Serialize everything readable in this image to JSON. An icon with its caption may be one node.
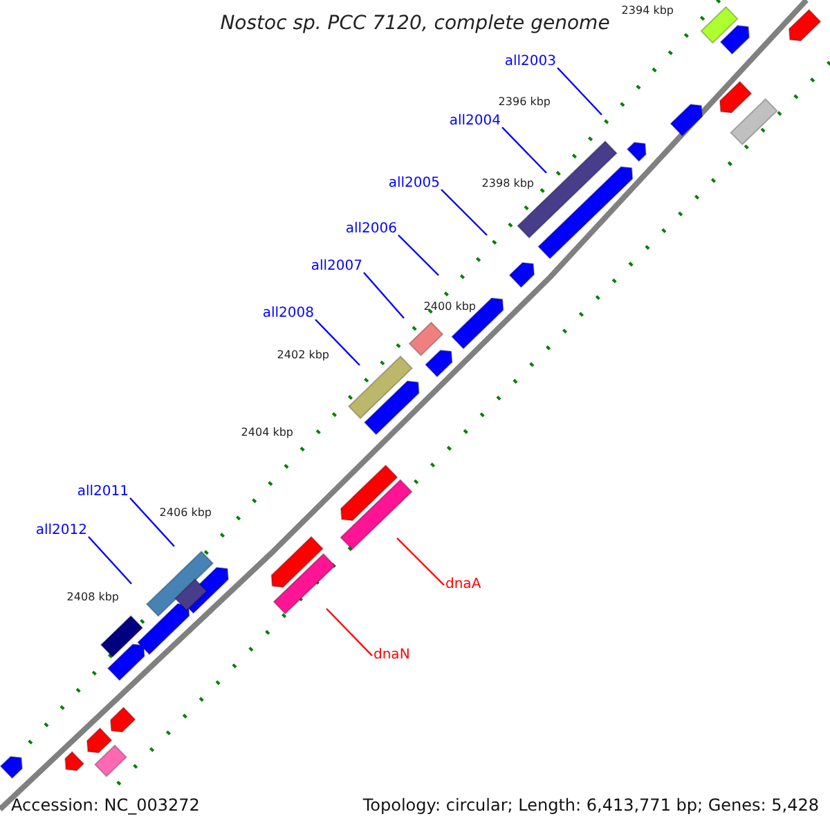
{
  "diagram": {
    "title": "Nostoc sp. PCC 7120, complete genome",
    "nodes": [
      {
        "text": [
          "all2003"
        ]
      },
      {
        "text": [
          "all2004"
        ]
      },
      {
        "text": [
          "all2005"
        ]
      },
      {
        "text": [
          "all2006"
        ]
      },
      {
        "text": [
          "all2007"
        ]
      },
      {
        "text": [
          "all2008"
        ]
      },
      {
        "text": [
          "all2011"
        ]
      },
      {
        "text": [
          "all2012"
        ]
      },
      {
        "text": [
          "dnaA"
        ]
      },
      {
        "text": [
          "dnaN"
        ]
      }
    ],
    "edges": [
      {
        "from": 0,
        "to": null,
        "arrow": "none"
      },
      {
        "from": 1,
        "to": null,
        "arrow": "none"
      },
      {
        "from": 2,
        "to": null,
        "arrow": "none"
      },
      {
        "from": 3,
        "to": null,
        "arrow": "none"
      },
      {
        "from": 4,
        "to": null,
        "arrow": "none"
      },
      {
        "from": 5,
        "to": null,
        "arrow": "none"
      },
      {
        "from": 6,
        "to": null,
        "arrow": "none"
      },
      {
        "from": 7,
        "to": null,
        "arrow": "none"
      },
      {
        "from": 8,
        "to": null,
        "arrow": "none",
        "color": "#ff0000"
      },
      {
        "from": 9,
        "to": null,
        "arrow": "none",
        "color": "#ff0000"
      }
    ],
    "labels": [
      "2394 kbp",
      "2396 kbp",
      "2398 kbp",
      "2400 kbp",
      "2402 kbp",
      "2404 kbp",
      "2406 kbp",
      "2408 kbp",
      "Accession: NC_003272",
      "Topology: circular; Length: 6,413,771 bp; Genes: 5,428"
    ]
  }
}
